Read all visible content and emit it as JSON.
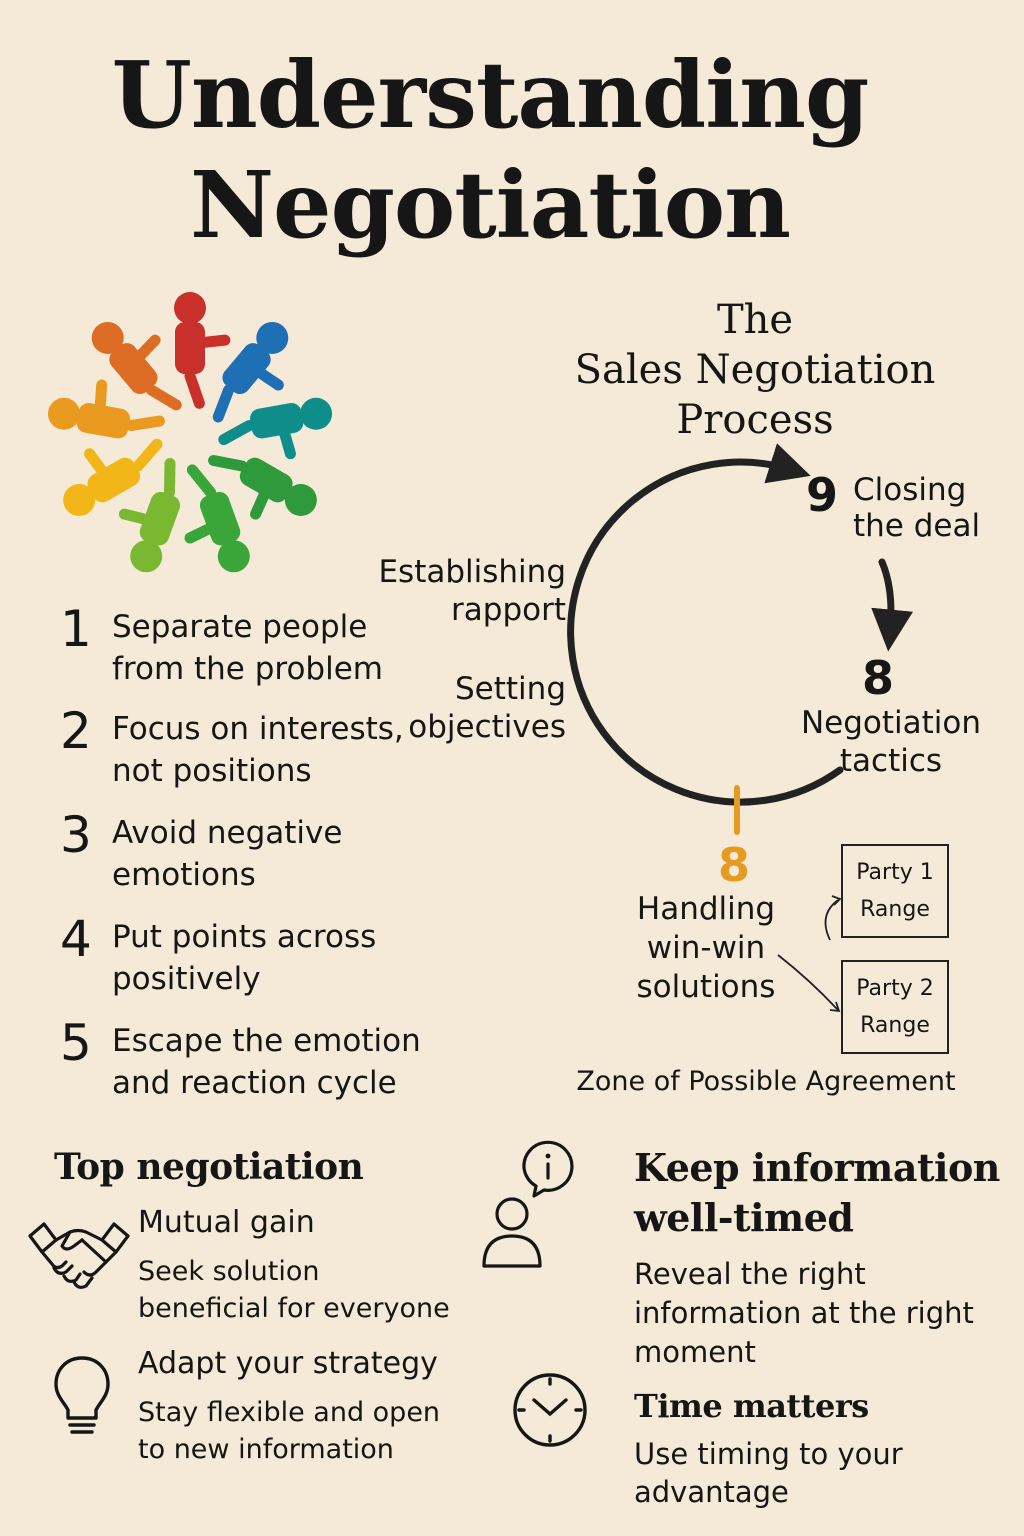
{
  "title": {
    "line1": "Understanding",
    "line2": "Negotiation"
  },
  "principles": [
    {
      "number": "1",
      "text": "Separate people from the problem"
    },
    {
      "number": "2",
      "text": "Focus on interests, not positions"
    },
    {
      "number": "3",
      "text": "Avoid negative emotions"
    },
    {
      "number": "4",
      "text": "Put points across positively"
    },
    {
      "number": "5",
      "text": "Escape the emotion and reaction cycle"
    }
  ],
  "process": {
    "title_line1": "The",
    "title_line2": "Sales Negotiation",
    "title_line3": "Process",
    "steps": {
      "closing": {
        "number": "9",
        "label_line1": "Closing",
        "label_line2": "the deal"
      },
      "tactics": {
        "number": "8",
        "label_line1": "Negotiation",
        "label_line2": "tactics"
      },
      "rapport": {
        "label_line1": "Establishing",
        "label_line2": "rapport"
      },
      "objectives": {
        "label_line1": "Setting",
        "label_line2": "objectives"
      },
      "win_win": {
        "number": "8",
        "label_line1": "Handling",
        "label_line2": "win-win",
        "label_line3": "solutions"
      }
    },
    "accent_color": "#e69a1f",
    "party_1": {
      "line1": "Party 1",
      "line2": "Range"
    },
    "party_2": {
      "line1": "Party 2",
      "line2": "Range"
    },
    "zopa": "Zone of Possible Agreement"
  },
  "people_circle_colors": [
    "#c9302c",
    "#1f6fb5",
    "#0f8d8a",
    "#2f9a3c",
    "#3aa63a",
    "#7ab832",
    "#f2b619",
    "#ea9a1e",
    "#dd6d25"
  ],
  "top_negotiation": {
    "heading": "Top negotiation",
    "tips": [
      {
        "icon": "handshake-icon",
        "title": "Mutual gain",
        "text_line1": "Seek solution",
        "text_line2": "beneficial for everyone"
      },
      {
        "icon": "lightbulb-icon",
        "title": "Adapt your strategy",
        "text_line1": "Stay flexible and open",
        "text_line2": "to new information"
      }
    ]
  },
  "keep_information": {
    "icon": "person-info-icon",
    "heading_line1": "Keep information",
    "heading_line2": "well-timed",
    "text_line1": "Reveal the right",
    "text_line2": "information at the right",
    "text_line3": "moment"
  },
  "time_matters": {
    "icon": "clock-icon",
    "heading": "Time matters",
    "text_line1": "Use timing to your",
    "text_line2": "advantage"
  }
}
